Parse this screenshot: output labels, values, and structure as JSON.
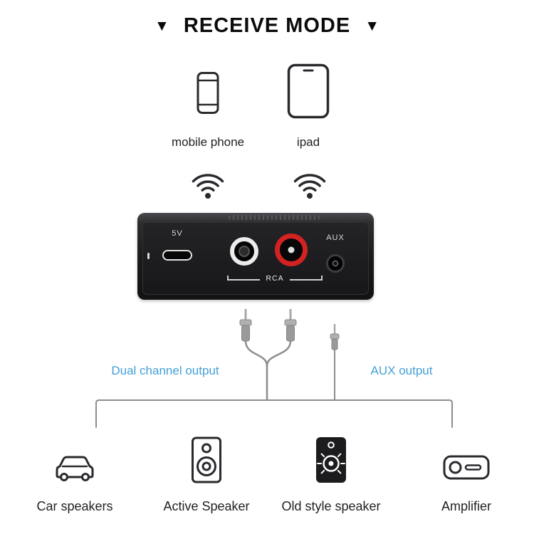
{
  "title": {
    "text": "RECEIVE MODE",
    "arrow": "▼"
  },
  "sources": {
    "phone": {
      "label": "mobile phone"
    },
    "ipad": {
      "label": "ipad"
    }
  },
  "device": {
    "usb_label": "5V",
    "rca_label": "RCA",
    "aux_label": "AUX"
  },
  "outputs": {
    "dual_channel_label": "Dual channel output",
    "aux_label": "AUX output"
  },
  "destinations": [
    {
      "label": "Car speakers",
      "icon": "car-icon"
    },
    {
      "label": "Active Speaker",
      "icon": "active-speaker-icon"
    },
    {
      "label": "Old style speaker",
      "icon": "old-style-speaker-icon"
    },
    {
      "label": "Amplifier",
      "icon": "amplifier-icon"
    }
  ],
  "colors": {
    "accent_blue": "#449fd8",
    "rca_red": "#d32222",
    "line_gray": "#8c8c8c",
    "icon_dark": "#2a2a2e",
    "device_black": "#1a1a1c"
  }
}
